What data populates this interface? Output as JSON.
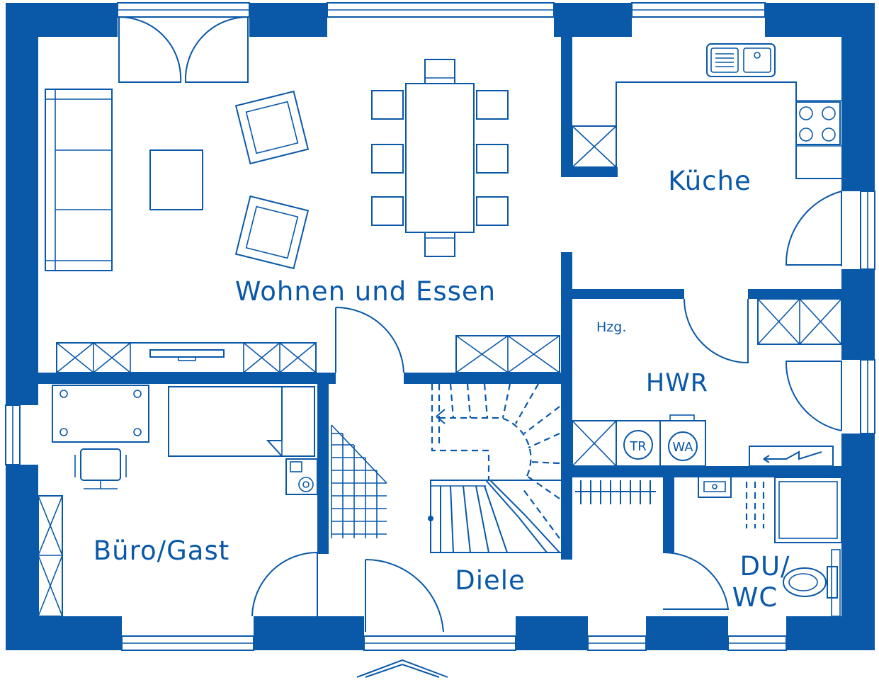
{
  "colors": {
    "primary": "#0a58a8",
    "background": "#ffffff"
  },
  "rooms": {
    "wohnen": "Wohnen und Essen",
    "kueche": "Küche",
    "hwr": "HWR",
    "buero": "Büro/Gast",
    "diele": "Diele",
    "duwc_line1": "DU/",
    "duwc_line2": "WC"
  },
  "annotations": {
    "heating": "Hzg.",
    "dryer": "TR",
    "washer": "WA"
  },
  "icons": {
    "entrance": "entrance-arrow-icon",
    "stairs_direction": "stairs-arrow-icon"
  }
}
